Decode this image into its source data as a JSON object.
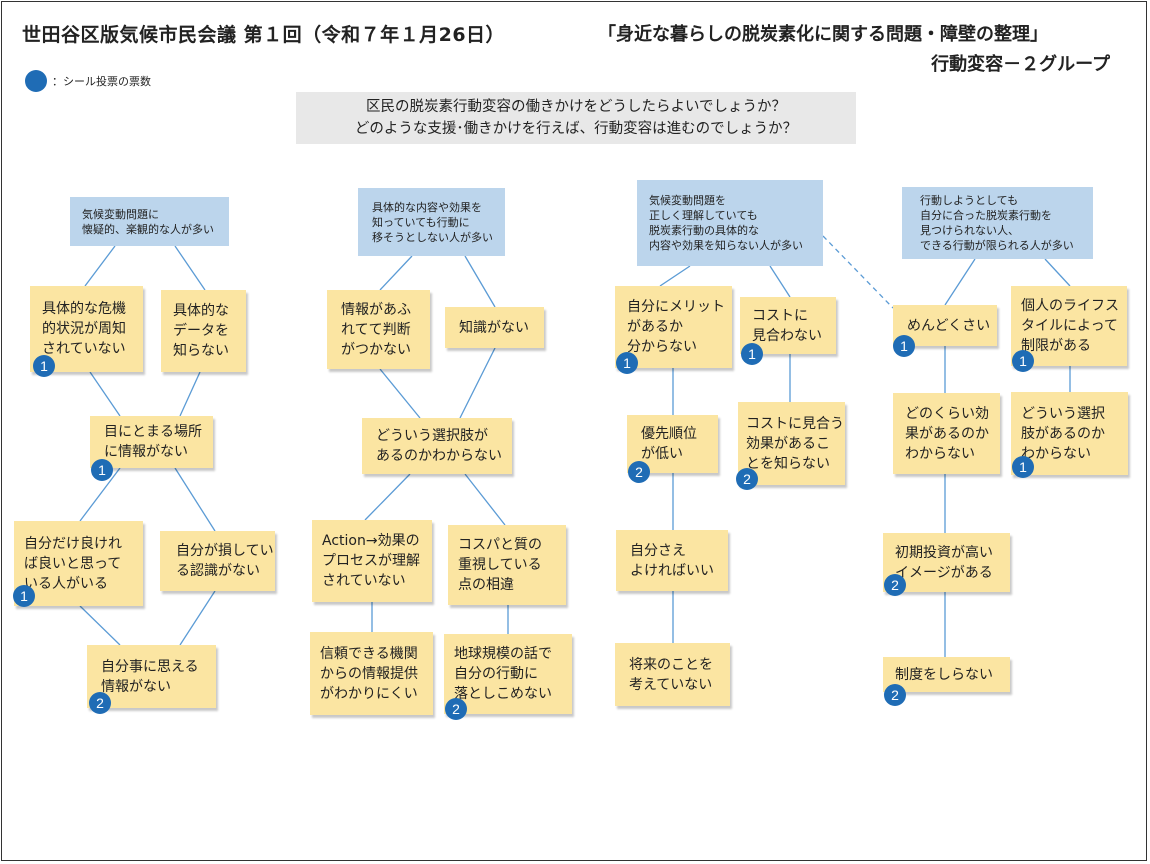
{
  "header": {
    "title_left": "世田谷区版気候市民会議 第１回（令和７年１月26日）",
    "title_right": "「身近な暮らしの脱炭素化に関する問題・障壁の整理」",
    "group": "行動変容－２グループ"
  },
  "legend": {
    "label": "：シール投票の票数",
    "dot_color": "#1f6cb5"
  },
  "question": {
    "line1": "区民の脱炭素行動変容の働きかけをどうしたらよいでしょうか？",
    "line2": "どのような支援･働きかけを行えば、行動変容は進むのでしょうか？"
  },
  "colors": {
    "heading_card": "#bcd5ec",
    "sticky_note": "#fbe5a2",
    "vote_dot": "#1f6cb5",
    "question_box": "#e8e8e8"
  },
  "headings": [
    {
      "lines": [
        "気候変動問題に",
        "懐疑的、楽観的な人が多い"
      ]
    },
    {
      "lines": [
        "具体的な内容や効果を",
        "知っていても行動に",
        "移そうとしない人が多い"
      ]
    },
    {
      "lines": [
        "気候変動問題を",
        "正しく理解していても",
        "脱炭素行動の具体的な",
        "内容や効果を知らない人が多い"
      ]
    },
    {
      "lines": [
        "行動しようとしても",
        "自分に合った脱炭素行動を",
        "見つけられない人、",
        "できる行動が限られる人が多い"
      ]
    }
  ],
  "notes": [
    {
      "lines": [
        "具体的な危機",
        "的状況が周知",
        "されていない"
      ],
      "votes": "1"
    },
    {
      "lines": [
        "具体的な",
        "データを",
        "知らない"
      ],
      "votes": ""
    },
    {
      "lines": [
        "目にとまる場所",
        "に情報がない"
      ],
      "votes": "1"
    },
    {
      "lines": [
        "自分だけ良けれ",
        "ば良いと思って",
        "いる人がいる"
      ],
      "votes": "1"
    },
    {
      "lines": [
        "自分が損してい",
        "る認識がない"
      ],
      "votes": ""
    },
    {
      "lines": [
        "自分事に思える",
        "情報がない"
      ],
      "votes": "2"
    },
    {
      "lines": [
        "情報があふ",
        "れてて判断",
        "がつかない"
      ],
      "votes": ""
    },
    {
      "lines": [
        "知識がない"
      ],
      "votes": ""
    },
    {
      "lines": [
        "どういう選択肢が",
        "あるのかわからない"
      ],
      "votes": ""
    },
    {
      "lines": [
        "Action→効果の",
        "プロセスが理解",
        "されていない"
      ],
      "votes": ""
    },
    {
      "lines": [
        "コスパと質の",
        "重視している",
        "点の相違"
      ],
      "votes": ""
    },
    {
      "lines": [
        "信頼できる機関",
        "からの情報提供",
        "がわかりにくい"
      ],
      "votes": ""
    },
    {
      "lines": [
        "地球規模の話で",
        "自分の行動に",
        "落としこめない"
      ],
      "votes": "2"
    },
    {
      "lines": [
        "自分にメリット",
        "があるか",
        "分からない"
      ],
      "votes": "1"
    },
    {
      "lines": [
        "コストに",
        "見合わない"
      ],
      "votes": "1"
    },
    {
      "lines": [
        "優先順位",
        "が低い"
      ],
      "votes": "2"
    },
    {
      "lines": [
        "コストに見合う",
        "効果があるこ",
        "とを知らない"
      ],
      "votes": "2"
    },
    {
      "lines": [
        "自分さえ",
        "よければいい"
      ],
      "votes": ""
    },
    {
      "lines": [
        "将来のことを",
        "考えていない"
      ],
      "votes": ""
    },
    {
      "lines": [
        "めんどくさい"
      ],
      "votes": "1"
    },
    {
      "lines": [
        "個人のライフス",
        "タイルによって",
        "制限がある"
      ],
      "votes": "1"
    },
    {
      "lines": [
        "どのくらい効",
        "果があるのか",
        "わからない"
      ],
      "votes": ""
    },
    {
      "lines": [
        "どういう選択",
        "肢があるのか",
        "わからない"
      ],
      "votes": "1"
    },
    {
      "lines": [
        "初期投資が高い",
        "イメージがある"
      ],
      "votes": "2"
    },
    {
      "lines": [
        "制度をしらない"
      ],
      "votes": "2"
    }
  ]
}
